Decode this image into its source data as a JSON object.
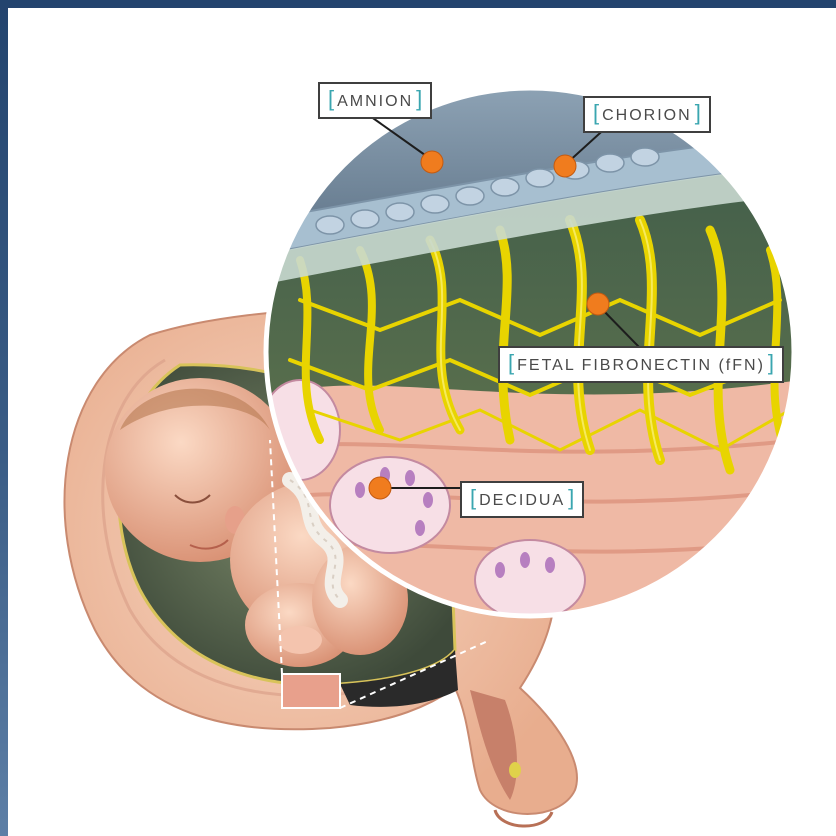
{
  "labels": {
    "amnion": "AMNION",
    "chorion": "CHORION",
    "ffn": "FETAL FIBRONECTIN (fFN)",
    "decidua": "DECIDUA"
  },
  "colors": {
    "bracket": "#3aa6b0",
    "marker": "#f07c1e",
    "fibronectin": "#e8d400",
    "uterus": "#f1c2a6",
    "frame": "#23446e"
  },
  "icons": {
    "marker": "orange-dot",
    "leader": "black-line"
  }
}
